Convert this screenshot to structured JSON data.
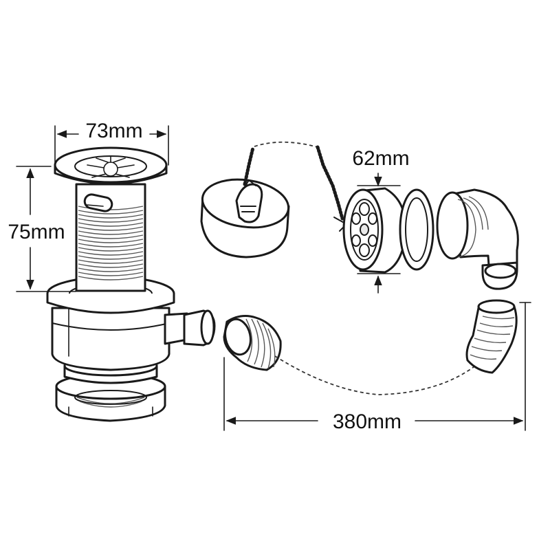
{
  "diagram": {
    "dimensions": {
      "flange_width": "73mm",
      "body_height": "75mm",
      "overflow_diameter": "62mm",
      "overall_length": "380mm"
    }
  }
}
